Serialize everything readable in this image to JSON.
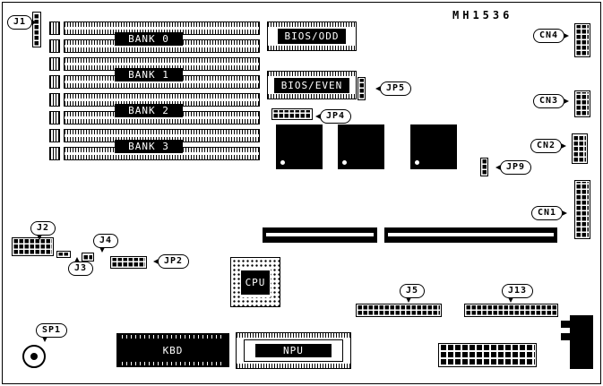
{
  "title": "MH1536",
  "callouts": {
    "j1": "J1",
    "j2": "J2",
    "j3": "J3",
    "j4": "J4",
    "jp2": "JP2",
    "jp4": "JP4",
    "jp5": "JP5",
    "jp9": "JP9",
    "cn1": "CN1",
    "cn2": "CN2",
    "cn3": "CN3",
    "cn4": "CN4",
    "j5": "J5",
    "j13": "J13",
    "sp1": "SP1"
  },
  "components": {
    "bank0": "BANK 0",
    "bank1": "BANK 1",
    "bank2": "BANK 2",
    "bank3": "BANK 3",
    "bios_odd": "BIOS/ODD",
    "bios_even": "BIOS/EVEN",
    "cpu": "CPU",
    "kbd": "KBD",
    "npu": "NPU"
  },
  "colors": {
    "ink": "#000000",
    "paper": "#ffffff"
  }
}
